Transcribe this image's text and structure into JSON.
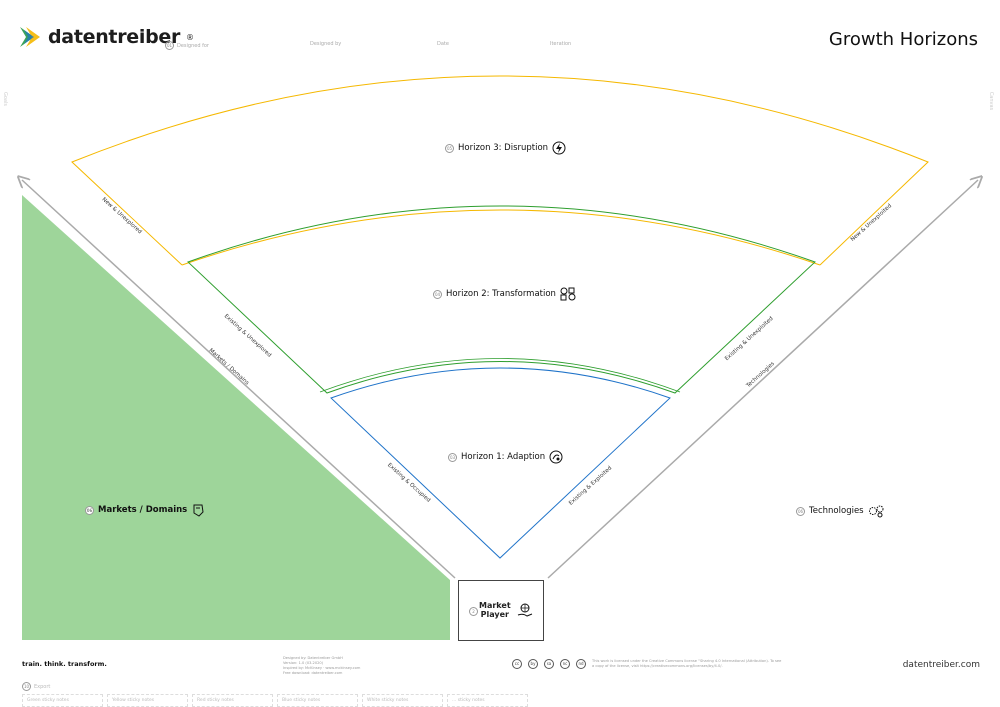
{
  "header": {
    "brand": "datentreiber",
    "brand_mark": "®",
    "fields": [
      {
        "num": "01",
        "label": "Designed for"
      },
      {
        "num": "",
        "label": "Designed by"
      },
      {
        "num": "",
        "label": "Date"
      },
      {
        "num": "",
        "label": "Iteration"
      }
    ],
    "title": "Growth Horizons"
  },
  "horizons": [
    {
      "num": "05",
      "label": "Horizon 3: Disruption",
      "icon": "lightning-icon",
      "color": "#f5b800"
    },
    {
      "num": "04",
      "label": "Horizon 2: Transformation",
      "icon": "shapes-icon",
      "color": "#2e9e2e"
    },
    {
      "num": "03",
      "label": "Horizon 1: Adaption",
      "icon": "adaption-icon",
      "color": "#1f73c9"
    }
  ],
  "axes": {
    "left": "Markets / Domains",
    "right": "Technologies",
    "left_new": "New & Unexplored",
    "left_existing_unexplored": "Existing & Unexplored",
    "left_existing_occupied": "Existing & Occupied",
    "right_new": "New & Unexploited",
    "right_existing_unexploited": "Existing & Unexploited",
    "right_existing_exploited": "Existing & Exploited"
  },
  "areas": {
    "markets": {
      "num": "06",
      "label": "Markets / Domains",
      "icon": "hand-icon",
      "color": "#9ed59a"
    },
    "technologies": {
      "num": "06",
      "label": "Technologies",
      "icon": "gears-icon"
    }
  },
  "player": {
    "num": "2",
    "label_line1": "Market",
    "label_line2": "Player",
    "icon": "hand-globe-icon"
  },
  "side_labels": {
    "left": "Goals",
    "right": "Canvas"
  },
  "footer": {
    "tagline": "train. think. transform.",
    "credits": [
      "Designed by: Datentreiber GmbH",
      "Version: 1.0 (03.2020)",
      "Inspired by: McKinsey · www.mckinsey.com",
      "Free download: datentreiber.com"
    ],
    "license": "This work is licensed under the Creative Commons license “Sharing 4.0 International (Attribution). To see a copy of the license, visit https://creativecommons.org/licenses/by/4.0/.",
    "license_icons": [
      "cc",
      "by",
      "sa",
      "nc",
      "nd",
      "cr"
    ],
    "url": "datentreiber.com",
    "export_label": "Export",
    "stickies": [
      "Green sticky notes",
      "Yellow sticky notes",
      "Red sticky notes",
      "Blue sticky notes",
      "White sticky notes",
      "... sticky notes"
    ]
  }
}
